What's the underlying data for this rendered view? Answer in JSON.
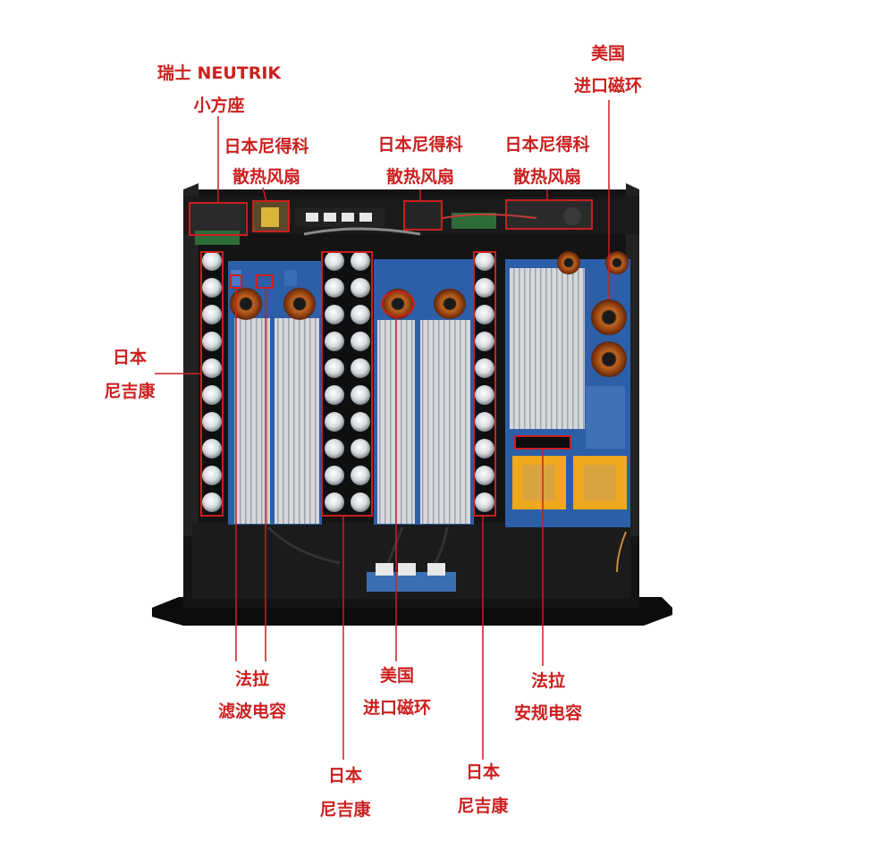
{
  "labels": {
    "neutrik": {
      "line1": "瑞士 NEUTRIK",
      "line2": "小方座"
    },
    "fan_left": {
      "line1": "日本尼得科",
      "line2": "散热风扇"
    },
    "fan_mid": {
      "line1": "日本尼得科",
      "line2": "散热风扇"
    },
    "fan_right": {
      "line1": "日本尼得科",
      "line2": "散热风扇"
    },
    "core_top": {
      "line1": "美国",
      "line2": "进口磁环"
    },
    "cap_left": {
      "line1": "日本",
      "line2": "尼吉康"
    },
    "filter_cap": {
      "line1": "法拉",
      "line2": "滤波电容"
    },
    "core_mid": {
      "line1": "美国",
      "line2": "进口磁环"
    },
    "safety_cap": {
      "line1": "法拉",
      "line2": "安规电容"
    },
    "cap_center": {
      "line1": "日本",
      "line2": "尼吉康"
    },
    "cap_right": {
      "line1": "日本",
      "line2": "尼吉康"
    }
  },
  "colors": {
    "annotation": "#cc1f1f",
    "chassis": "#141414",
    "heatsink": "#c9ccd0",
    "pcb": "#2d5fa8",
    "capacitor": "#d9dde2",
    "transformer": "#e9a21c",
    "copper": "#b5541c"
  }
}
